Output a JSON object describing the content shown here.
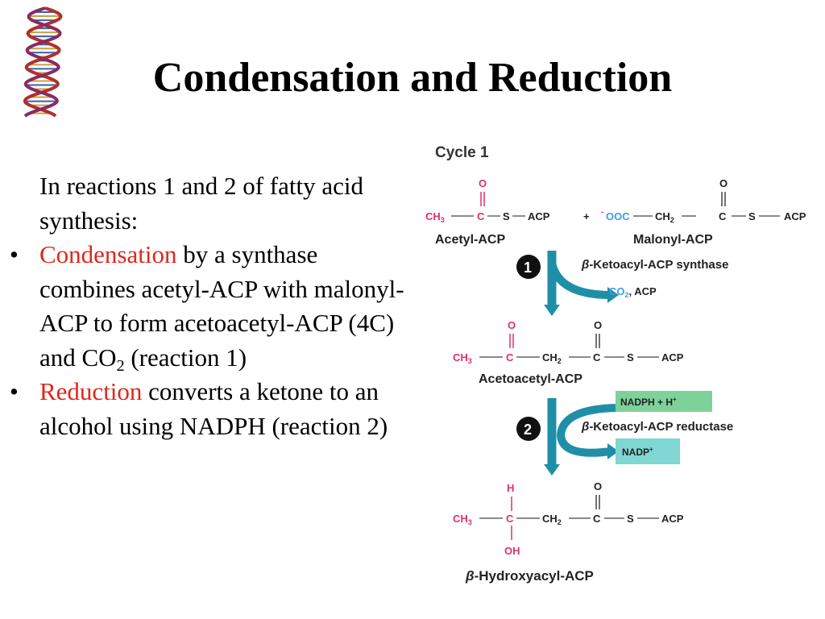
{
  "slide": {
    "title": "Condensation and Reduction",
    "intro": "In reactions 1 and 2 of fatty acid synthesis:",
    "bullets": [
      {
        "term": "Condensation",
        "text_pre": " by a synthase combines acetyl-ACP with malonyl-ACP to form acetoacetyl-ACP (4C) and CO",
        "sub": "2",
        "text_post": " (reaction 1)"
      },
      {
        "term": "Reduction",
        "text": " converts a ketone to an alcohol using NADPH (reaction 2)"
      }
    ],
    "bullet_glyph": "•"
  },
  "diagram": {
    "cycle_label": "Cycle 1",
    "atoms": {
      "O": "O",
      "C": "C",
      "S": "S",
      "ACP": "ACP",
      "CH3": "CH",
      "CH2": "CH",
      "sub3": "3",
      "sub2": "2",
      "plus": "+",
      "ooc": "OOC",
      "minus": "-",
      "H": "H",
      "OH": "OH"
    },
    "names": {
      "acetyl": "Acetyl-ACP",
      "malonyl": "Malonyl-ACP",
      "acetoacetyl": "Acetoacetyl-ACP",
      "hydroxyacyl_prefix": "β",
      "hydroxyacyl": "-Hydroxyacyl-ACP"
    },
    "step1": {
      "number": "1",
      "enzyme_prefix": "β",
      "enzyme": "-Ketoacyl-ACP synthase",
      "product_co": "CO",
      "product_sub": "2",
      "product_rest": ", ACP"
    },
    "step2": {
      "number": "2",
      "enzyme_prefix": "β",
      "enzyme": "-Ketoacyl-ACP reductase",
      "in_box": "NADPH + H",
      "in_sup": "+",
      "out_box": "NADP",
      "out_sup": "+"
    },
    "colors": {
      "carbonyl": "#e0306a",
      "text": "#222222",
      "arrow": "#1f8fa8",
      "badge": "#111111",
      "green_box": "#7fd19a",
      "teal_box": "#7fd6d2",
      "light_blue": "#3d9fe0"
    }
  }
}
